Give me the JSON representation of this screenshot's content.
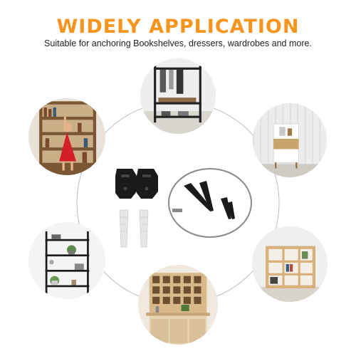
{
  "header": {
    "title": "WIDELY  APPLICATION",
    "subtitle": "Suitable for anchoring Bookshelves, dressers, wardrobes and more."
  },
  "colors": {
    "title": "#f7941d",
    "subtitle": "#222222",
    "ring": "#bdbdbd",
    "hardware": "#1a1a1a",
    "anchors": "#e6e6e6",
    "wire": "#8a8a8a"
  },
  "icons": {
    "center": "anti-tip-kit-icon",
    "scenes": [
      "clothes-rack-photo",
      "cabinet-photo",
      "bookcase-photo",
      "wine-cabinet-photo",
      "wall-shelf-photo",
      "bookshelf-with-child-photo"
    ]
  }
}
